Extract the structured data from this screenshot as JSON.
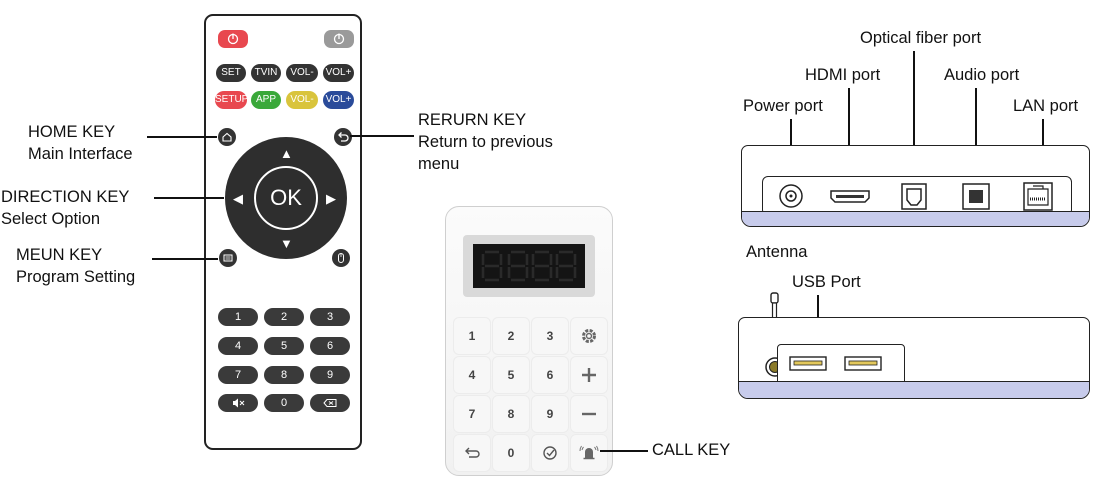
{
  "remote": {
    "row1": [
      "SET",
      "TVIN",
      "VOL-",
      "VOL+"
    ],
    "row2": [
      "SETUP",
      "APP",
      "VOL-",
      "VOL+"
    ],
    "ok": "OK",
    "numbers": [
      "1",
      "2",
      "3",
      "4",
      "5",
      "6",
      "7",
      "8",
      "9",
      "0"
    ],
    "colors": {
      "setup": "#e8484f",
      "app": "#3aa83a",
      "vol_minus": "#d9c43c",
      "vol_plus": "#2a4b9a",
      "power_red": "#e8484f",
      "power_grey": "#9a9a9a"
    }
  },
  "labels": {
    "home_key": "HOME KEY",
    "home_sub": "Main Interface",
    "direction_key": "DIRECTION KEY",
    "direction_sub": "Select Option",
    "menu_key": "MEUN KEY",
    "menu_sub": "Program Setting",
    "return_key": "RERURN KEY",
    "return_sub1": "Return to previous",
    "return_sub2": "menu",
    "call_key": "CALL KEY"
  },
  "keypad": {
    "keys": [
      "1",
      "2",
      "3",
      "4",
      "5",
      "6",
      "7",
      "8",
      "9",
      "0"
    ]
  },
  "box_front": {
    "optical": "Optical fiber port",
    "hdmi": "HDMI port",
    "audio": "Audio port",
    "power": "Power port",
    "lan": "LAN port"
  },
  "box_side": {
    "antenna": "Antenna",
    "usb": "USB Port"
  }
}
